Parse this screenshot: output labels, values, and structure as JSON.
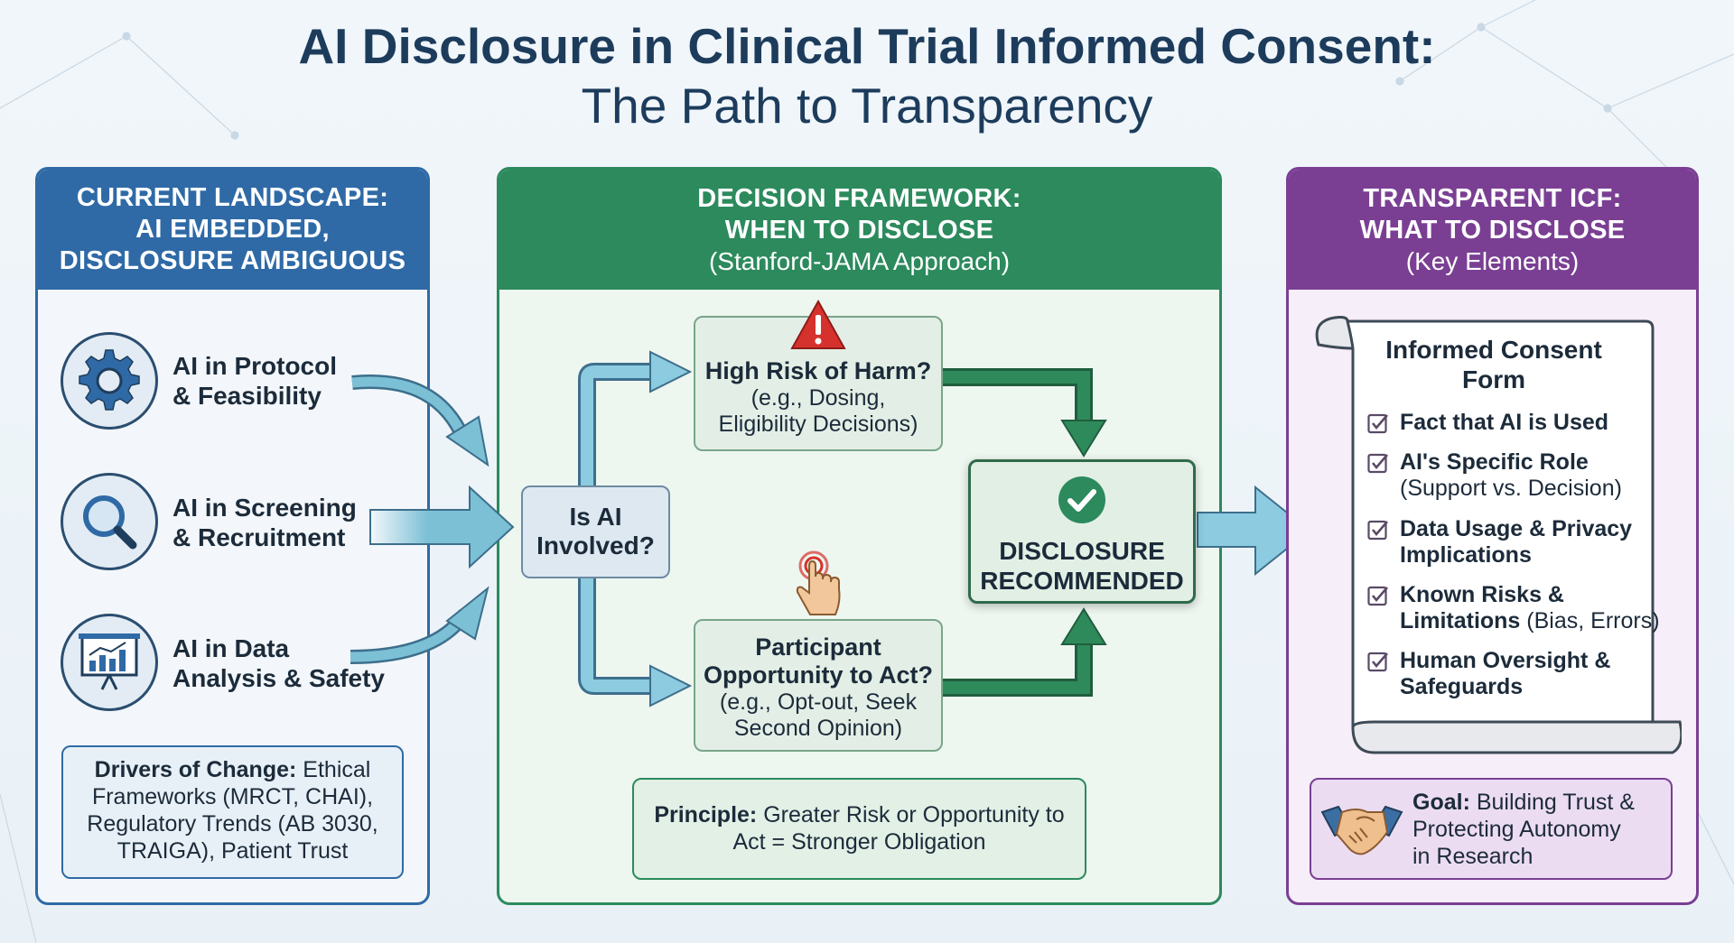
{
  "title": {
    "line1": "AI Disclosure in Clinical Trial Informed Consent:",
    "line2": "The Path to Transparency"
  },
  "left_panel": {
    "header_lines": [
      "CURRENT LANDSCAPE:",
      "AI EMBEDDED,",
      "DISCLOSURE AMBIGUOUS"
    ],
    "items": [
      {
        "line1": "AI in Protocol",
        "line2": "& Feasibility",
        "icon": "gear-icon"
      },
      {
        "line1": "AI in Screening",
        "line2": "& Recruitment",
        "icon": "magnifier-icon"
      },
      {
        "line1": "AI in Data",
        "line2": "Analysis & Safety",
        "icon": "presentation-chart-icon"
      }
    ],
    "drivers": {
      "label": "Drivers of Change:",
      "line1_rest": " Ethical",
      "line2": "Frameworks (MRCT, CHAI),",
      "line3": "Regulatory Trends (AB 3030,",
      "line4": "TRAIGA), Patient Trust"
    }
  },
  "middle_panel": {
    "header_lines": [
      "DECISION FRAMEWORK:",
      "WHEN TO DISCLOSE"
    ],
    "header_sub": "(Stanford-JAMA Approach)",
    "start_node": {
      "line1": "Is AI",
      "line2": "Involved?"
    },
    "risk_node": {
      "title": "High Risk of Harm?",
      "ex1": "(e.g., Dosing,",
      "ex2": "Eligibility Decisions)",
      "icon": "warning-icon"
    },
    "opportunity_node": {
      "title1": "Participant",
      "title2": "Opportunity to Act?",
      "ex1": "(e.g., Opt-out, Seek",
      "ex2": "Second Opinion)",
      "icon": "hand-pointer-icon"
    },
    "result_node": {
      "line1": "DISCLOSURE",
      "line2": "RECOMMENDED",
      "icon": "check-circle-icon"
    },
    "principle": {
      "label": "Principle:",
      "line1_rest": " Greater Risk or Opportunity to",
      "line2": "Act = Stronger Obligation"
    }
  },
  "right_panel": {
    "header_lines": [
      "TRANSPARENT ICF:",
      "WHAT TO DISCLOSE"
    ],
    "header_sub": "(Key Elements)",
    "form_title_lines": [
      "Informed Consent",
      "Form"
    ],
    "items": [
      {
        "bold1": "Fact that AI is Used",
        "bold2": "",
        "rest": "",
        "plain": ""
      },
      {
        "bold1": "AI's Specific Role",
        "bold2": "",
        "rest": "",
        "plain": "(Support vs. Decision)"
      },
      {
        "bold1": "Data Usage & Privacy",
        "bold2": "Implications",
        "rest": "",
        "plain": ""
      },
      {
        "bold1": "Known Risks &",
        "bold2": "Limitations",
        "rest": " (Bias, Errors)",
        "plain": ""
      },
      {
        "bold1": "Human Oversight &",
        "bold2": "Safeguards",
        "rest": "",
        "plain": ""
      }
    ],
    "goal": {
      "label": "Goal:",
      "line1_rest": " Building Trust &",
      "line2": "Protecting Autonomy",
      "line3": "in Research",
      "icon": "handshake-icon"
    }
  },
  "colors": {
    "title": "#1d3c5c",
    "left_accent": "#2f6aa6",
    "middle_accent": "#2c8a5d",
    "right_accent": "#7a3f93",
    "arrow_blue": "#7cc0d6",
    "arrow_green": "#2f8a5b",
    "warning_red": "#d6322d"
  }
}
